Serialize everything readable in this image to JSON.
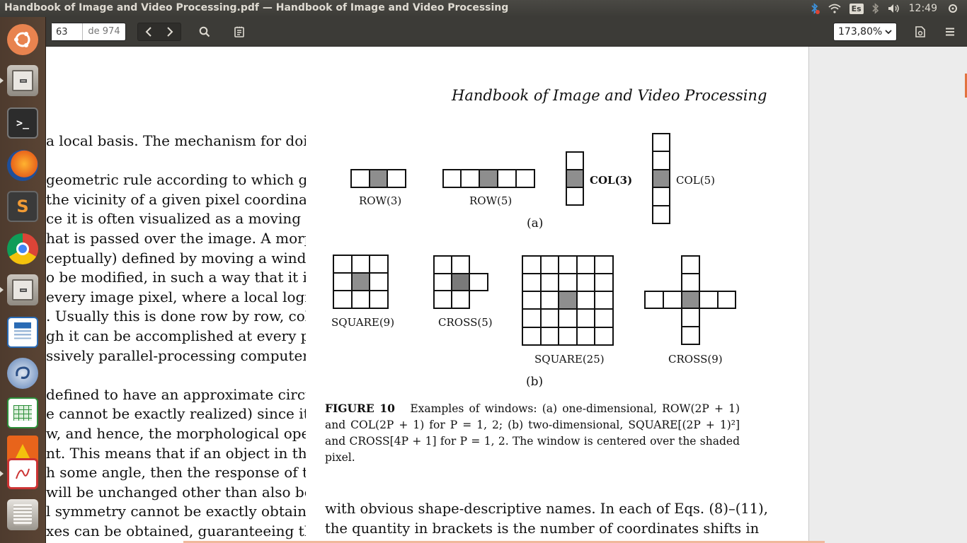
{
  "window": {
    "title": "Handbook of Image and Video Processing.pdf — Handbook of Image and Video Processing"
  },
  "indicators": {
    "keyboard_layout": "Es",
    "clock": "12:49"
  },
  "toolbar": {
    "page_current": "63",
    "page_total": "de 974",
    "zoom_value": "173,80%"
  },
  "document": {
    "running_head": "Handbook of Image and Video Processing",
    "left_column": [
      "a local basis. The mechanism for doing",
      "",
      "geometric rule according to which gray",
      "the vicinity of a given pixel coordinate.",
      "ce it is often visualized as a moving col-",
      "hat is passed over the image. A morpho-",
      "ceptually) defined by moving a window",
      "o be modified, in such a way that it is",
      "every image pixel, where a local logical",
      ". Usually this is done row by row, col-",
      "gh it can be accomplished at every pixel",
      "ssively parallel-processing computer is",
      "",
      "defined to have an approximate circu-",
      "e cannot be exactly realized) since it is",
      "w, and hence, the morphological oper-",
      "nt. This means that if an object in the",
      "h some angle, then the response of the",
      "will be unchanged other than also being",
      "l symmetry cannot be exactly obtained,",
      "xes can be obtained, guaranteeing that"
    ],
    "figure": {
      "labels": {
        "row3": "ROW(3)",
        "row5": "ROW(5)",
        "col3": "COL(3)",
        "col5": "COL(5)",
        "part_a": "(a)",
        "square9": "SQUARE(9)",
        "cross5": "CROSS(5)",
        "square25": "SQUARE(25)",
        "cross9": "CROSS(9)",
        "part_b": "(b)"
      },
      "caption_label": "FIGURE 10",
      "caption_text": "Examples of windows: (a) one-dimensional, ROW(2P + 1) and COL(2P + 1) for P = 1, 2; (b) two-dimensional, SQUARE[(2P + 1)²] and CROSS[4P + 1] for P = 1, 2. The window is centered over the shaded pixel."
    },
    "right_column": [
      "with obvious shape-descriptive names. In each of Eqs. (8)–(11),",
      "the quantity in brackets is the number of coordinates shifts in"
    ]
  },
  "colors": {
    "topbar": "#3c3b37",
    "launcher": "#5a4434",
    "shaded_pixel": "#8e8e8e",
    "scroll_accent": "#e2723f"
  }
}
